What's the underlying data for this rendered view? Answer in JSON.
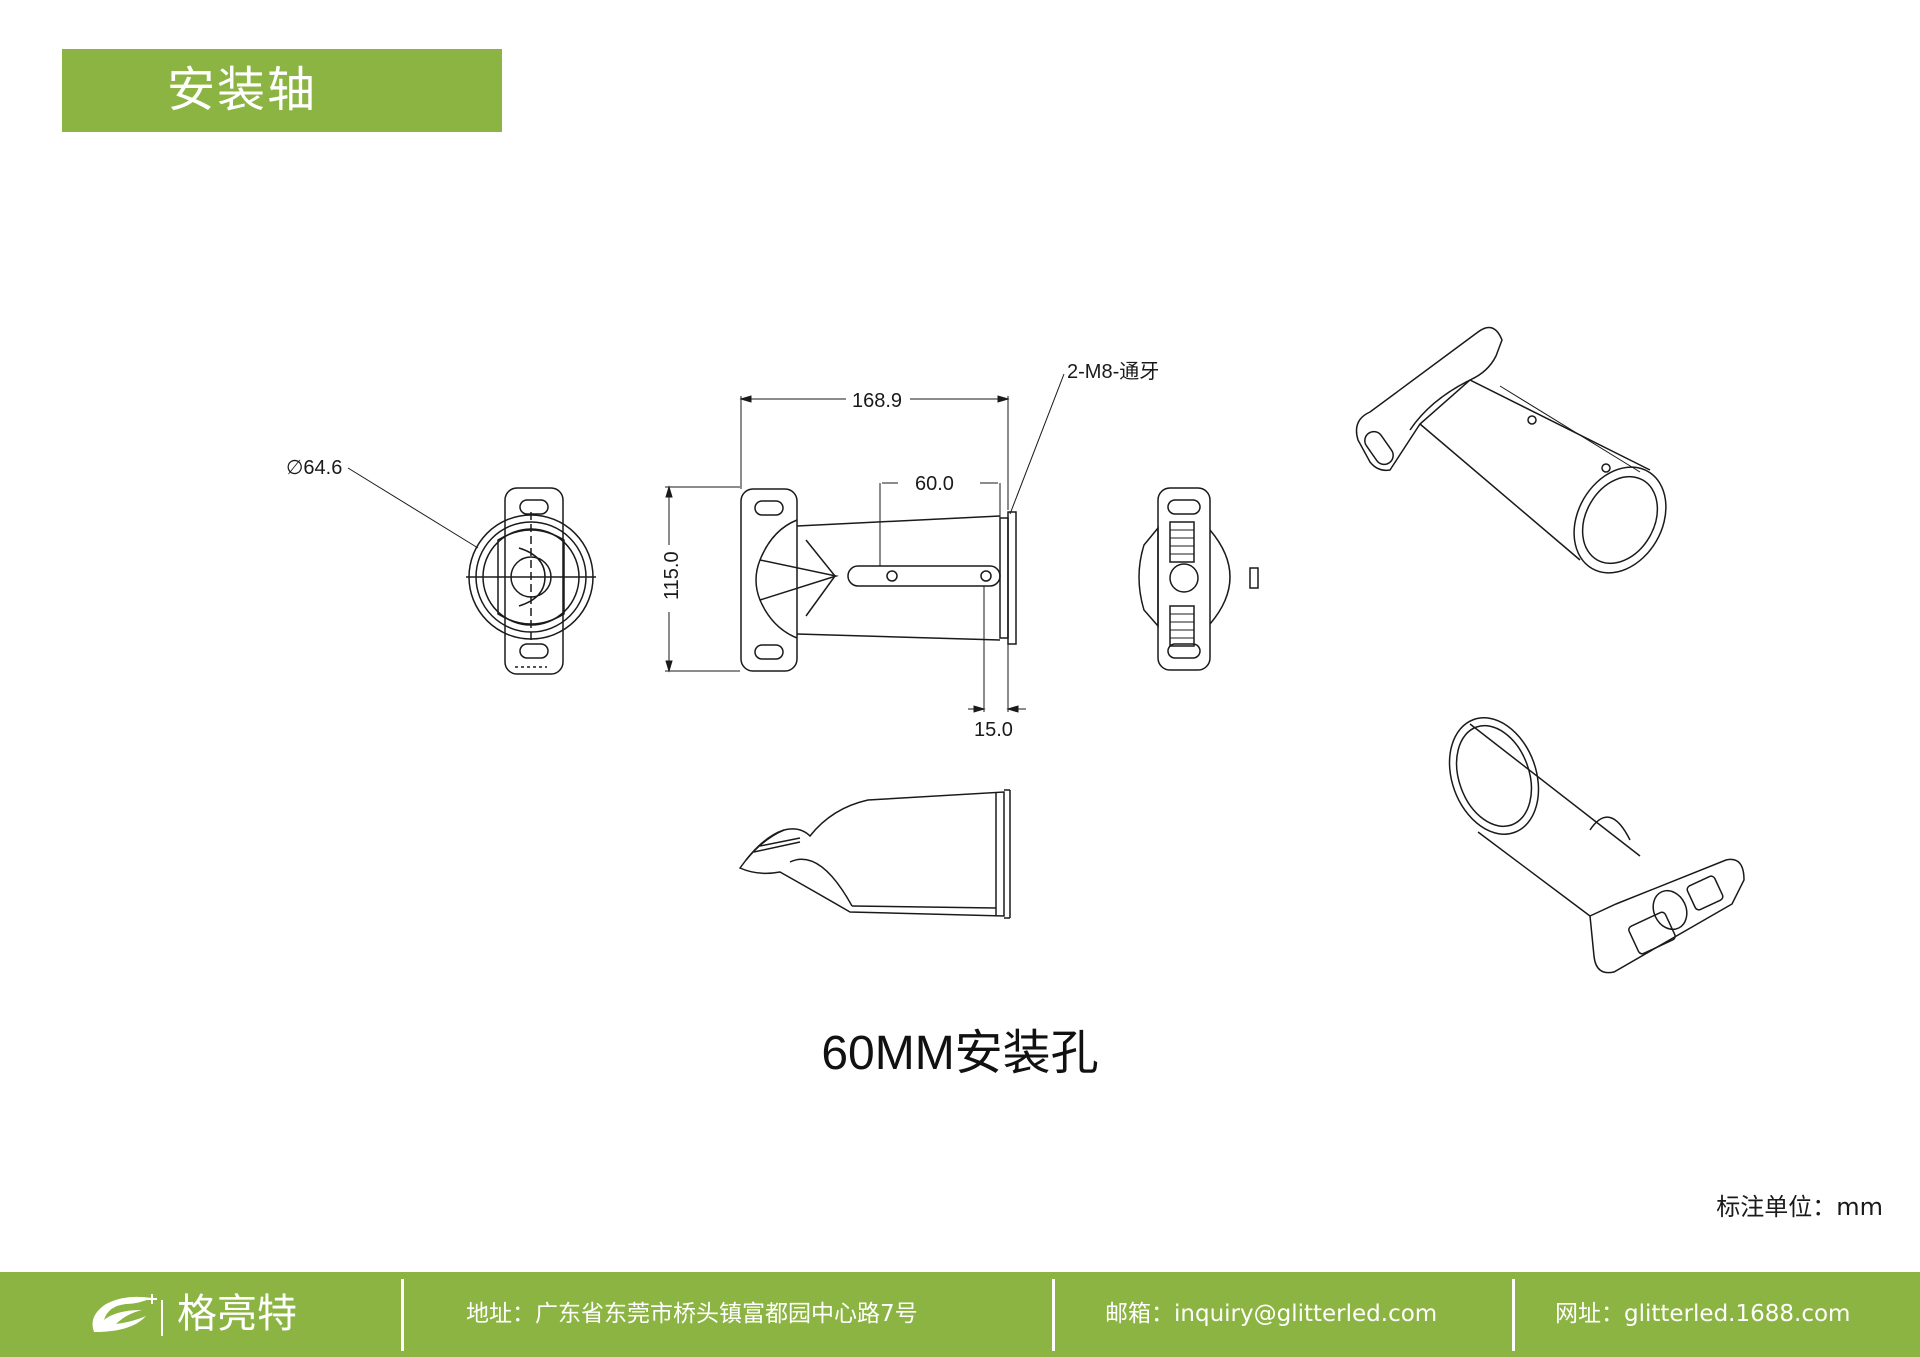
{
  "header": {
    "title": "安装轴"
  },
  "dimensions": {
    "diameter": "∅64.6",
    "length": "168.9",
    "slot": "60.0",
    "height": "115.0",
    "flange": "15.0",
    "thread": "2-M8-通牙"
  },
  "caption": "60MM安装孔",
  "unit_note": "标注单位：mm",
  "footer": {
    "brand": "格亮特",
    "address": "地址：广东省东莞市桥头镇富都园中心路7号",
    "email": "邮箱：inquiry@glitterled.com",
    "website": "网址：glitterled.1688.com"
  },
  "colors": {
    "accent": "#8cb443",
    "line": "#1a1a1a"
  }
}
